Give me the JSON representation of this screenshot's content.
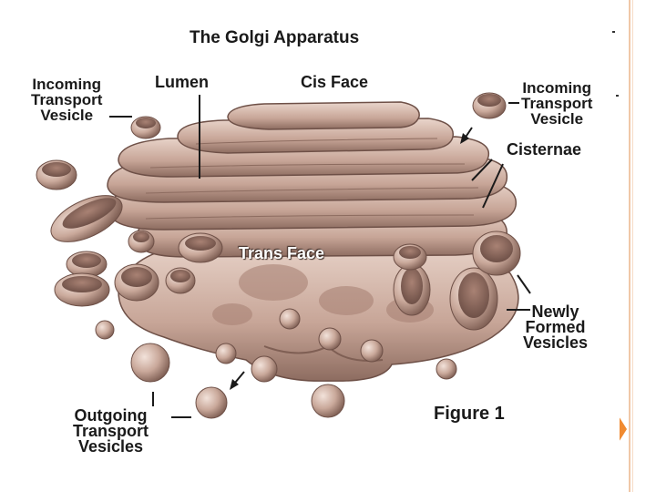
{
  "diagram": {
    "title": "The Golgi Apparatus",
    "labels": {
      "incoming_left": "Incoming\nTransport\nVesicle",
      "lumen": "Lumen",
      "cis_face": "Cis Face",
      "incoming_right": "Incoming\nTransport\nVesicle",
      "cisternae": "Cisternae",
      "trans_face": "Trans Face",
      "newly_formed": "Newly\nFormed\nVesicles",
      "outgoing": "Outgoing\nTransport\nVesicles",
      "figure": "Figure 1"
    },
    "colors": {
      "organelle_fill": "#c9a89a",
      "organelle_light": "#e3cbbf",
      "organelle_dark": "#8a6a5e",
      "accent": "#f08a30"
    }
  }
}
